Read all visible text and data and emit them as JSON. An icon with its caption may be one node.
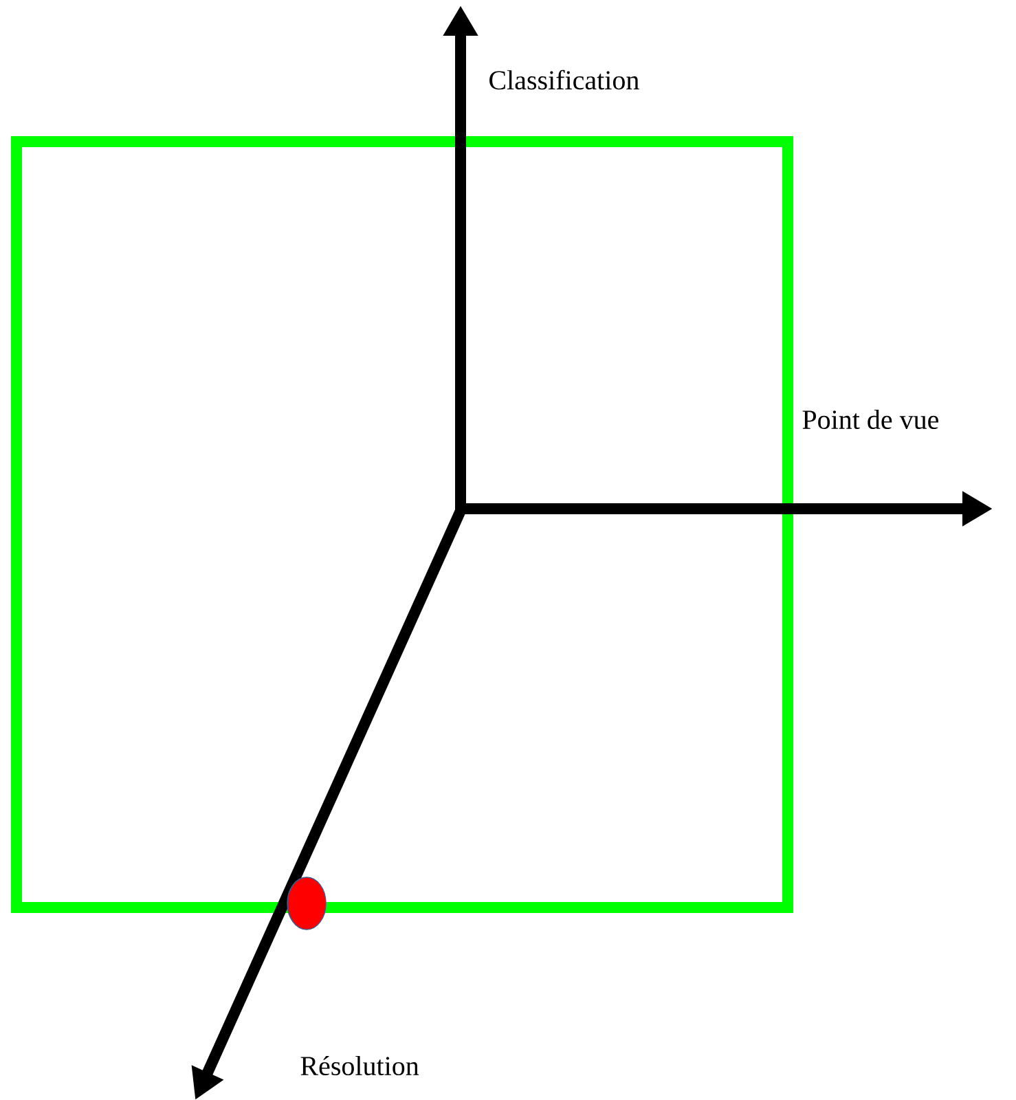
{
  "diagram": {
    "labels": [
      "Classification",
      "Point de vue",
      "Résolution"
    ]
  }
}
